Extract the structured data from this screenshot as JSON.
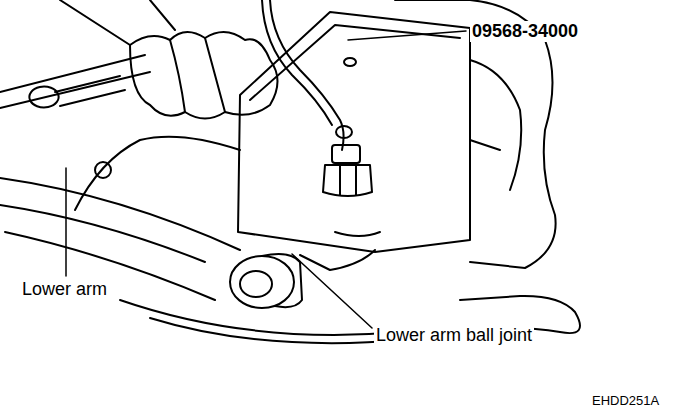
{
  "diagram": {
    "labels": [
      "09568-34000",
      "Lower arm",
      "Lower arm ball joint",
      "EHDD251A"
    ]
  }
}
